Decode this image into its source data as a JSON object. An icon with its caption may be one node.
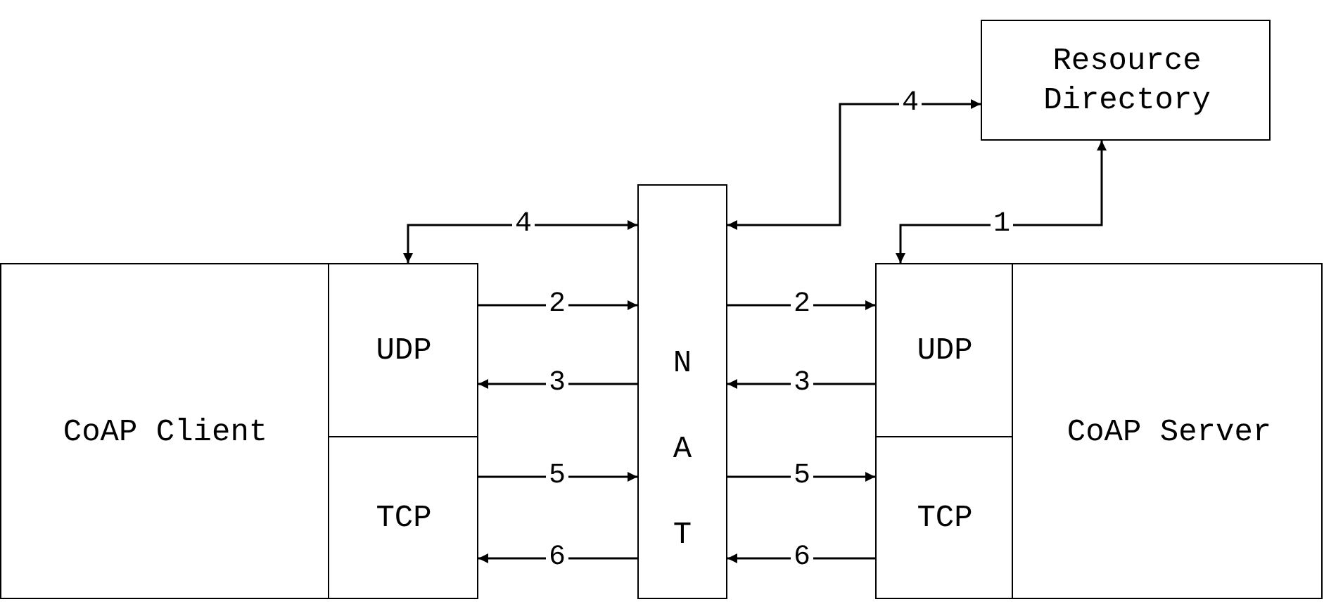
{
  "diagram": {
    "nodes": [
      {
        "text": [
          "Resource Directory"
        ]
      },
      {
        "text": [
          "N A T"
        ]
      },
      {
        "text": [
          "CoAP Client"
        ]
      },
      {
        "text": [
          "UDP"
        ],
        "in": 2
      },
      {
        "text": [
          "TCP"
        ],
        "in": 2
      },
      {
        "text": [
          "CoAP Server"
        ]
      },
      {
        "text": [
          "UDP"
        ],
        "in": 5
      },
      {
        "text": [
          "TCP"
        ],
        "in": 5
      }
    ],
    "edges": [
      {
        "from": 3,
        "to": 1,
        "arrow": "both",
        "label": "4"
      },
      {
        "from": 1,
        "to": 0,
        "arrow": "both",
        "label": "4"
      },
      {
        "from": 6,
        "to": 0,
        "arrow": "both",
        "label": "1"
      },
      {
        "from": 3,
        "to": 1,
        "arrow": "to",
        "label": "2"
      },
      {
        "from": 1,
        "to": 6,
        "arrow": "to",
        "label": "2"
      },
      {
        "from": 1,
        "to": 3,
        "arrow": "to",
        "label": "3"
      },
      {
        "from": 6,
        "to": 1,
        "arrow": "to",
        "label": "3"
      },
      {
        "from": 4,
        "to": 1,
        "arrow": "to",
        "label": "5"
      },
      {
        "from": 1,
        "to": 7,
        "arrow": "to",
        "label": "5"
      },
      {
        "from": 1,
        "to": 4,
        "arrow": "to",
        "label": "6"
      },
      {
        "from": 7,
        "to": 1,
        "arrow": "to",
        "label": "6"
      }
    ]
  }
}
